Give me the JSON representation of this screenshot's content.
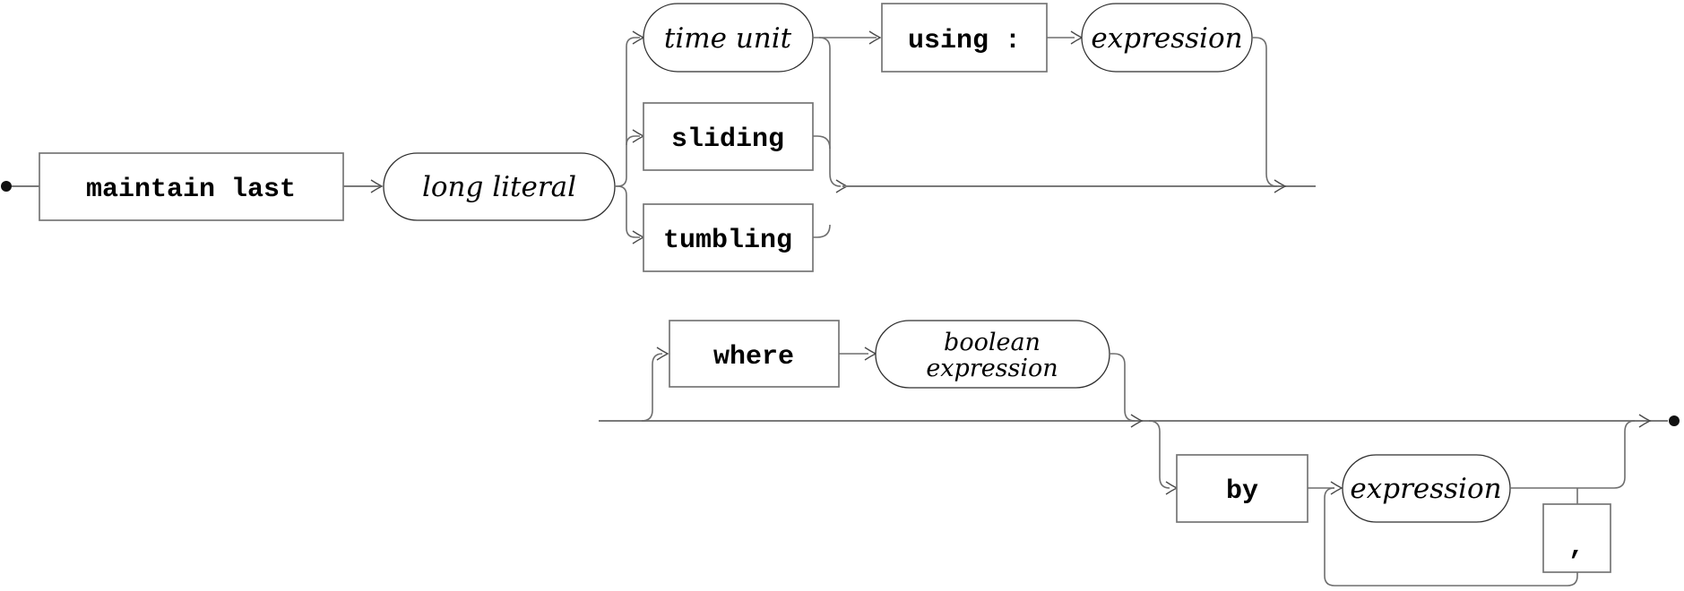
{
  "diagram": {
    "kind": "railroad-syntax-diagram",
    "nodes": {
      "maintain_last": {
        "label": "maintain last",
        "type": "keyword"
      },
      "long_literal": {
        "label": "long literal",
        "type": "nonterminal"
      },
      "time_unit": {
        "label": "time unit",
        "type": "nonterminal"
      },
      "sliding": {
        "label": "sliding",
        "type": "keyword"
      },
      "tumbling": {
        "label": "tumbling",
        "type": "keyword"
      },
      "using": {
        "label": "using :",
        "type": "keyword"
      },
      "expression_using": {
        "label": "expression",
        "type": "nonterminal"
      },
      "where": {
        "label": "where",
        "type": "keyword"
      },
      "boolean_expression": {
        "label_line1": "boolean",
        "label_line2": "expression",
        "type": "nonterminal"
      },
      "by": {
        "label": "by",
        "type": "keyword"
      },
      "expression_by": {
        "label": "expression",
        "type": "nonterminal"
      },
      "comma": {
        "label": ",",
        "type": "keyword"
      }
    },
    "colors": {
      "background": "#ffffff",
      "line": "#6e6e6e",
      "keyword_box_border": "#757575",
      "oval_border": "#2f2f2f",
      "text": "#000000",
      "terminal_dot": "#111111"
    }
  }
}
